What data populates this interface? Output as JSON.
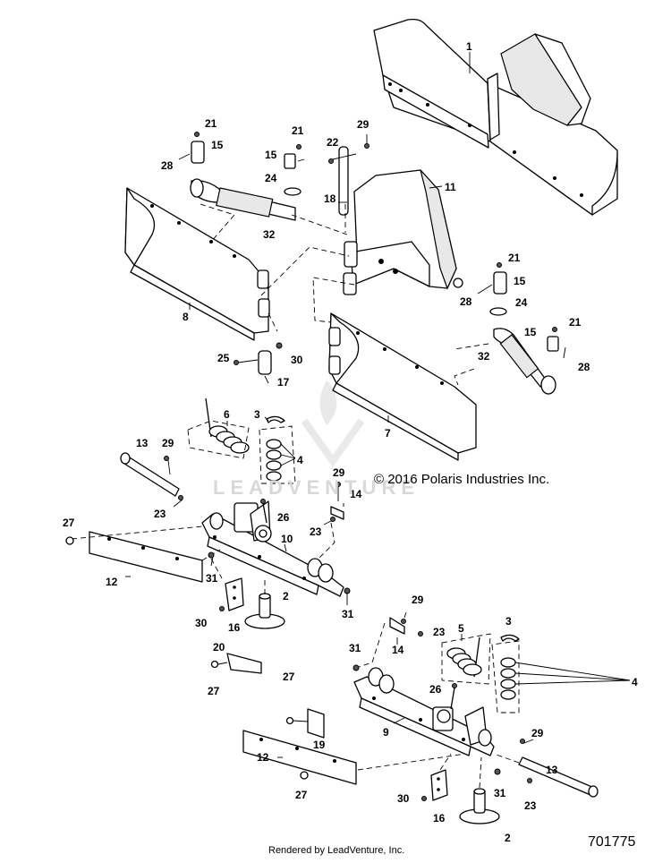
{
  "copyright": "© 2016 Polaris Industries Inc.",
  "rendered_by": "Rendered by LeadVenture, Inc.",
  "figure_number": "701775",
  "watermark_text": "LEADVENTURE",
  "callouts": [
    "1",
    "2",
    "3",
    "4",
    "5",
    "6",
    "7",
    "8",
    "9",
    "10",
    "11",
    "12",
    "13",
    "14",
    "15",
    "16",
    "17",
    "18",
    "19",
    "20",
    "21",
    "22",
    "23",
    "24",
    "25",
    "26",
    "27",
    "28",
    "29",
    "30",
    "31",
    "32"
  ]
}
